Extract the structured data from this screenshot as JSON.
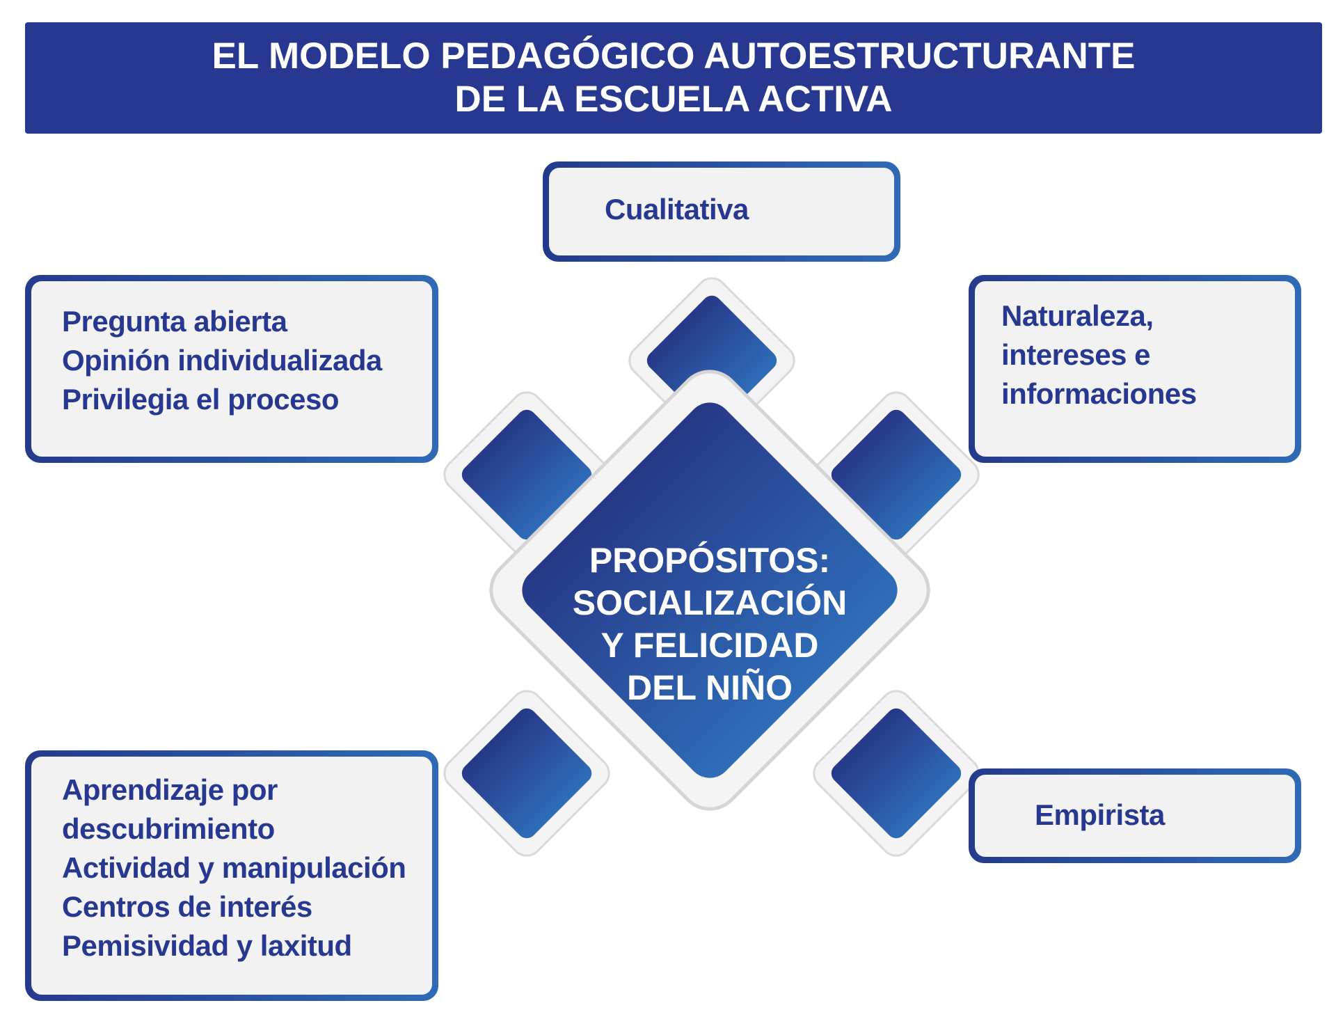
{
  "title": {
    "line1": "EL MODELO PEDAGÓGICO AUTOESTRUCTURANTE",
    "line2": "DE LA ESCUELA ACTIVA"
  },
  "center": {
    "lines": [
      "PROPÓSITOS:",
      "SOCIALIZACIÓN",
      "Y FELICIDAD",
      "DEL NIÑO"
    ]
  },
  "boxes": {
    "top": {
      "lines": [
        "Cualitativa"
      ]
    },
    "top_left": {
      "lines": [
        "Pregunta abierta",
        "Opinión individualizada",
        "Privilegia el proceso"
      ]
    },
    "top_right": {
      "lines": [
        "Naturaleza,",
        "intereses e",
        "informaciones"
      ]
    },
    "bottom_left": {
      "lines": [
        "Aprendizaje por",
        "descubrimiento",
        "Actividad y manipulación",
        "Centros de interés",
        "Pemisividad y laxitud"
      ]
    },
    "bottom_right": {
      "lines": [
        "Empirista"
      ]
    }
  },
  "colors": {
    "navy": "#283891",
    "gradient_start": "#263a8c",
    "gradient_end": "#2f6ab6",
    "box_fill": "#f2f2f2",
    "diamond_border": "#d9d9d9"
  }
}
